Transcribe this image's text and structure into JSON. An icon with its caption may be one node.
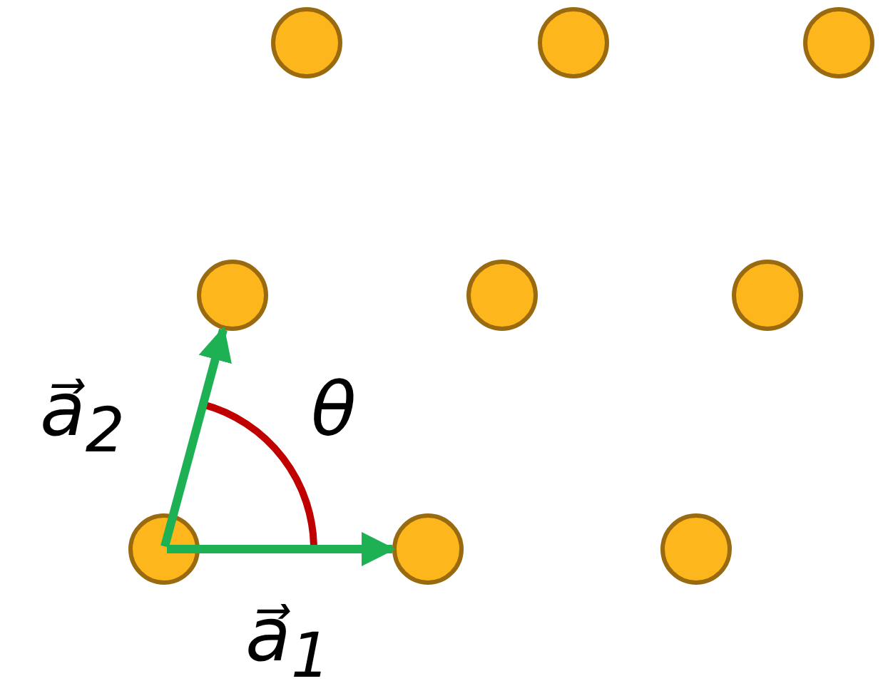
{
  "diagram": {
    "nodes": [
      {
        "text": [],
        "shape": "circle"
      },
      {
        "text": [],
        "shape": "circle"
      },
      {
        "text": [],
        "shape": "circle"
      },
      {
        "text": [],
        "shape": "circle"
      },
      {
        "text": [],
        "shape": "circle"
      },
      {
        "text": [],
        "shape": "circle"
      },
      {
        "text": [],
        "shape": "circle"
      },
      {
        "text": [],
        "shape": "circle"
      },
      {
        "text": [],
        "shape": "circle"
      }
    ],
    "edges": [
      {
        "from": 6,
        "to": 7,
        "arrow": "to",
        "label": "a⃗$_{1}$"
      },
      {
        "from": 6,
        "to": 3,
        "arrow": "to",
        "label": "a⃗$_{2}$"
      }
    ],
    "labels": [
      "θ"
    ]
  }
}
